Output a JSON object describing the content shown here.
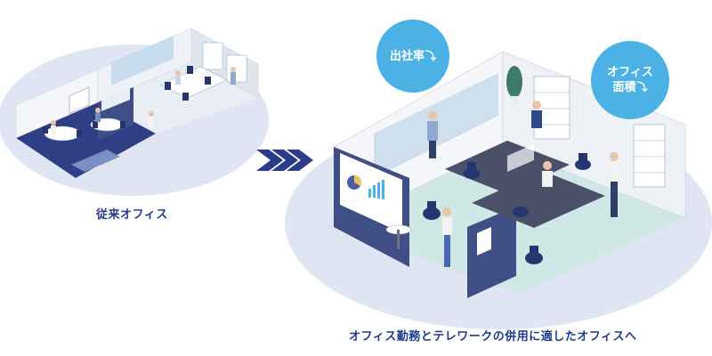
{
  "left_caption": "従来オフィス",
  "right_caption": "オフィス勤務とテレワークの併用に適したオフィスへ",
  "badge_attendance": {
    "label": "出社率",
    "arrow": "⤵"
  },
  "badge_area": {
    "line1": "オフィス",
    "line2": "面積",
    "arrow": "⤵"
  },
  "colors": {
    "navy": "#1f3b8a",
    "badge_blue": "#4cb2e5",
    "ellipse_bg": "#dfe5f2",
    "floor_teal": "#cfe8e6",
    "wall_white": "#f4f6f9",
    "partition_navy": "#3f4f86"
  }
}
